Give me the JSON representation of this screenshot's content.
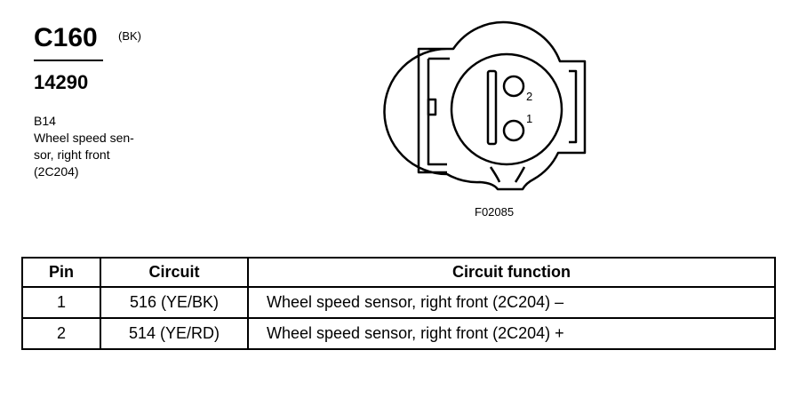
{
  "connector": {
    "id": "C160",
    "color_code": "(BK)",
    "part_number": "14290"
  },
  "component": {
    "lines": [
      "B14",
      "Wheel speed sen-",
      "sor, right front",
      "(2C204)"
    ]
  },
  "figure": {
    "id": "F02085",
    "pin_labels": [
      "2",
      "1"
    ]
  },
  "table": {
    "headers": [
      "Pin",
      "Circuit",
      "Circuit function"
    ],
    "rows": [
      {
        "pin": "1",
        "circuit": "516 (YE/BK)",
        "function": "Wheel speed sensor, right front (2C204) –"
      },
      {
        "pin": "2",
        "circuit": "514 (YE/RD)",
        "function": "Wheel speed sensor, right front (2C204) +"
      }
    ]
  }
}
